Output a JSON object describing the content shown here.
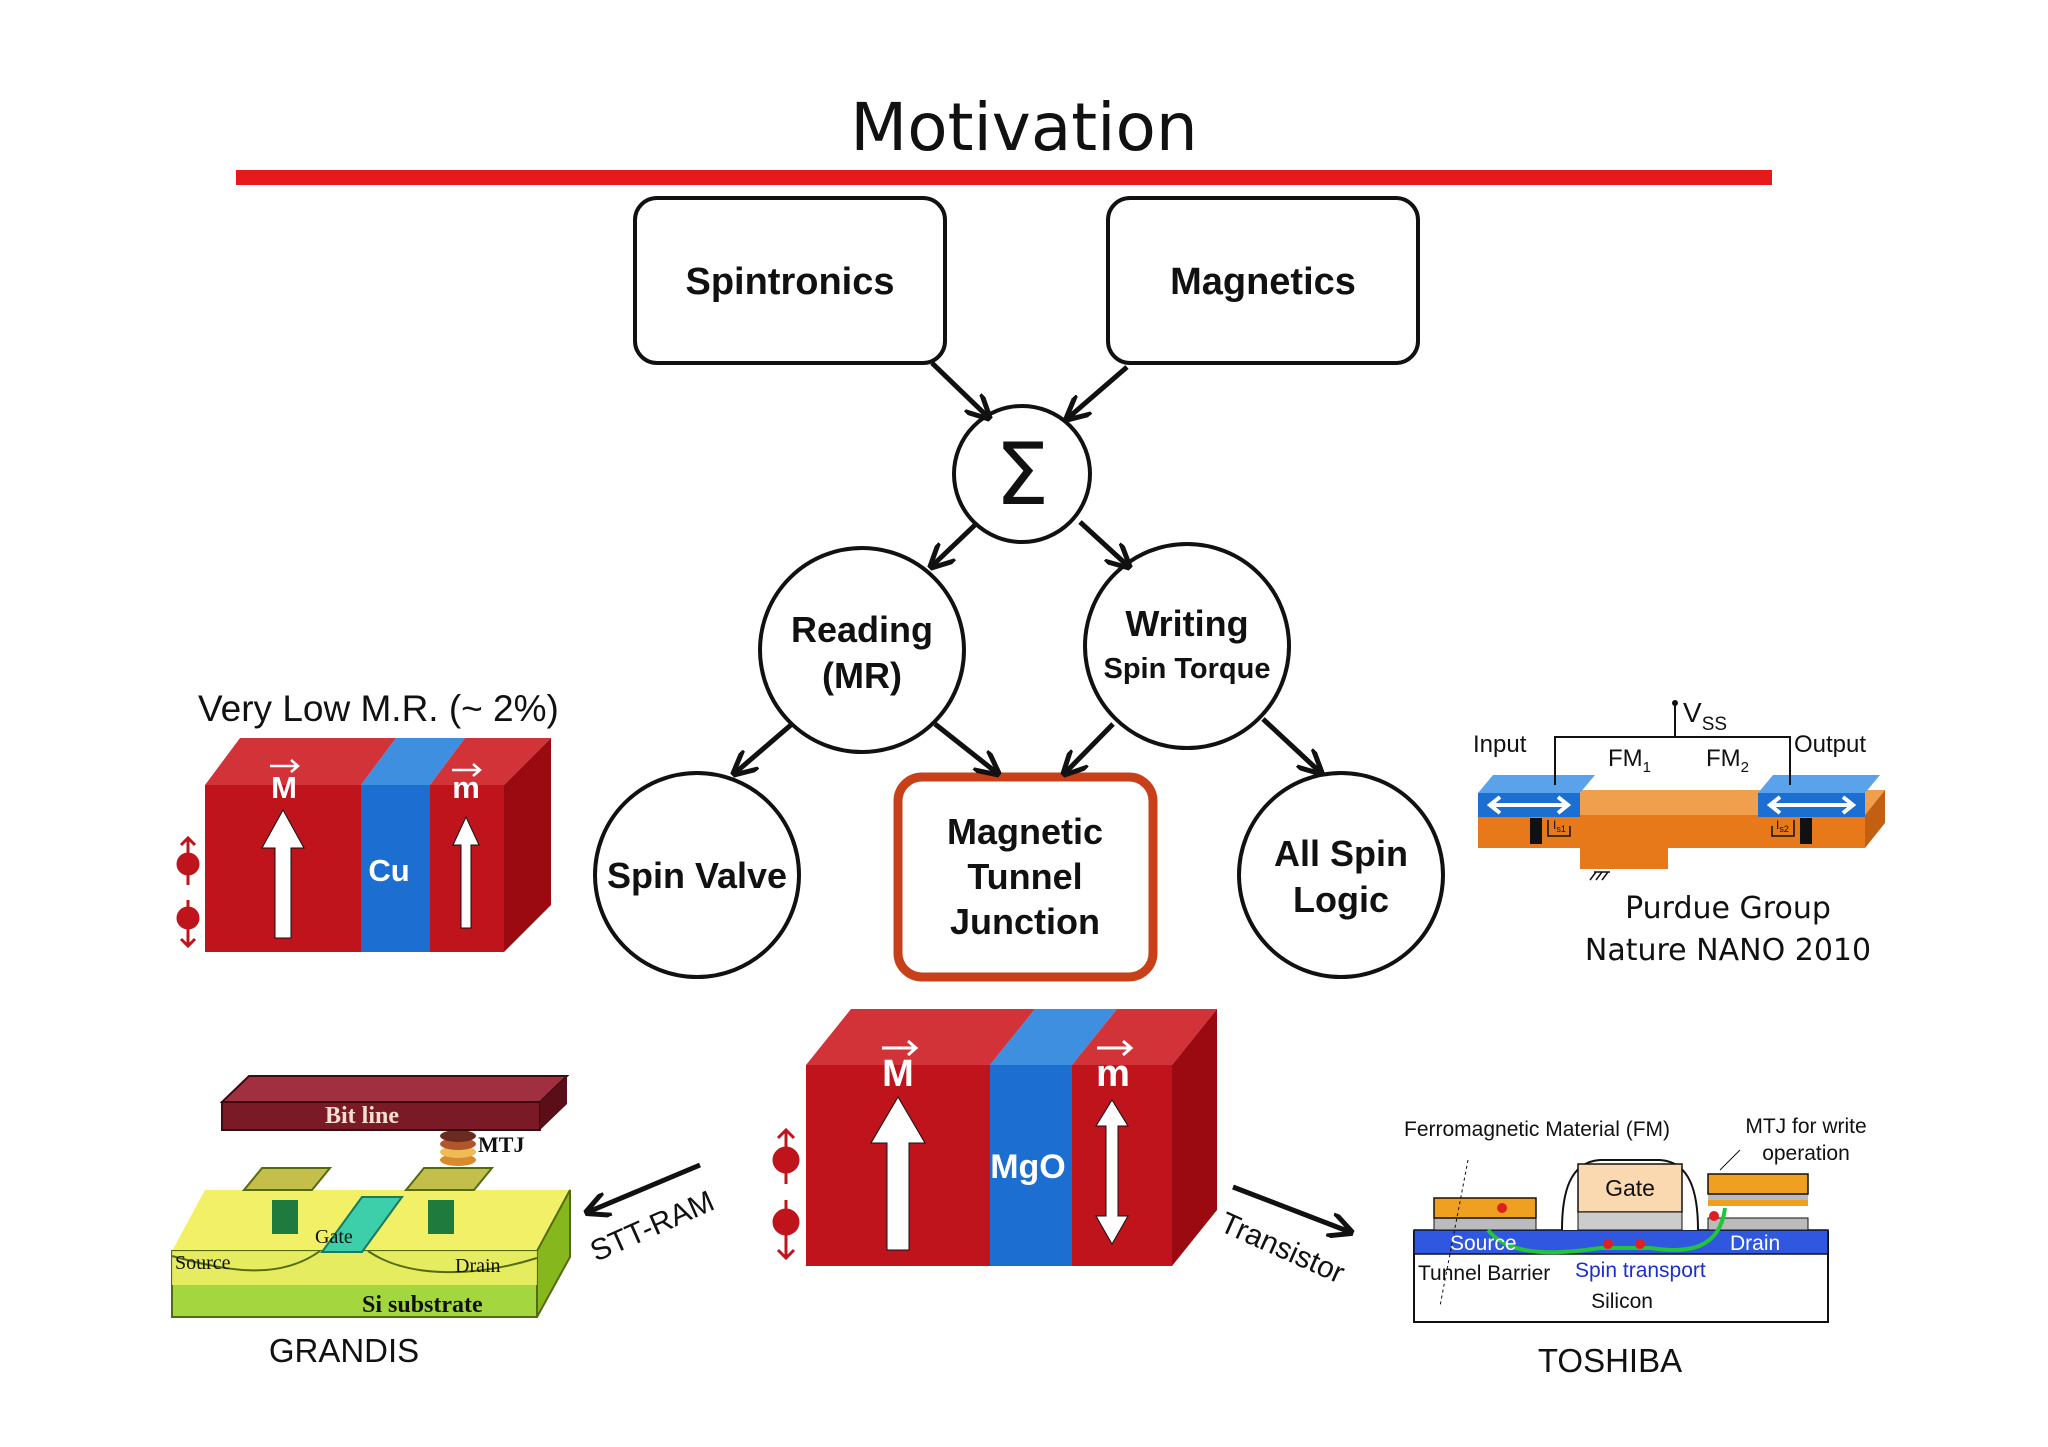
{
  "slide": {
    "title": "Motivation",
    "colors": {
      "rule": "#e8191b",
      "mtj_border": "#c8401a",
      "red": "#c0141d",
      "blue": "#1c6fd0"
    }
  },
  "flow": {
    "spintronics": "Spintronics",
    "magnetics": "Magnetics",
    "sum_symbol": "Σ",
    "reading_line1": "Reading",
    "reading_line2": "(MR)",
    "writing_line1": "Writing",
    "writing_line2": "Spin Torque",
    "spin_valve": "Spin Valve",
    "mtj_line1": "Magnetic",
    "mtj_line2": "Tunnel",
    "mtj_line3": "Junction",
    "all_spin_line1": "All Spin",
    "all_spin_line2": "Logic"
  },
  "spin_valve_fig": {
    "caption": "Very Low M.R. (~ 2%)",
    "left_vector": "M",
    "right_vector": "m",
    "spacer": "Cu"
  },
  "mtj_fig": {
    "left_vector": "M",
    "right_vector": "m",
    "barrier": "MgO"
  },
  "purdue_fig": {
    "vss": "V",
    "vss_sub": "SS",
    "input": "Input",
    "output": "Output",
    "fm1": "FM",
    "fm1_sub": "1",
    "fm2": "FM",
    "fm2_sub": "2",
    "is1": "I",
    "is1_sub": "s1",
    "is2": "I",
    "is2_sub": "s2",
    "caption_line1": "Purdue Group",
    "caption_line2": "Nature NANO 2010"
  },
  "grandis_fig": {
    "bit_line": "Bit line",
    "mtj": "MTJ",
    "gate": "Gate",
    "source": "Source",
    "drain": "Drain",
    "substrate": "Si substrate",
    "caption": "GRANDIS",
    "arrow_label": "STT-RAM"
  },
  "toshiba_fig": {
    "fm_label": "Ferromagnetic Material (FM)",
    "mtj_label_line1": "MTJ for write",
    "mtj_label_line2": "operation",
    "gate": "Gate",
    "source": "Source",
    "drain": "Drain",
    "tunnel_barrier": "Tunnel Barrier",
    "spin_transport": "Spin transport",
    "silicon": "Silicon",
    "caption": "TOSHIBA",
    "arrow_label": "Transistor"
  }
}
